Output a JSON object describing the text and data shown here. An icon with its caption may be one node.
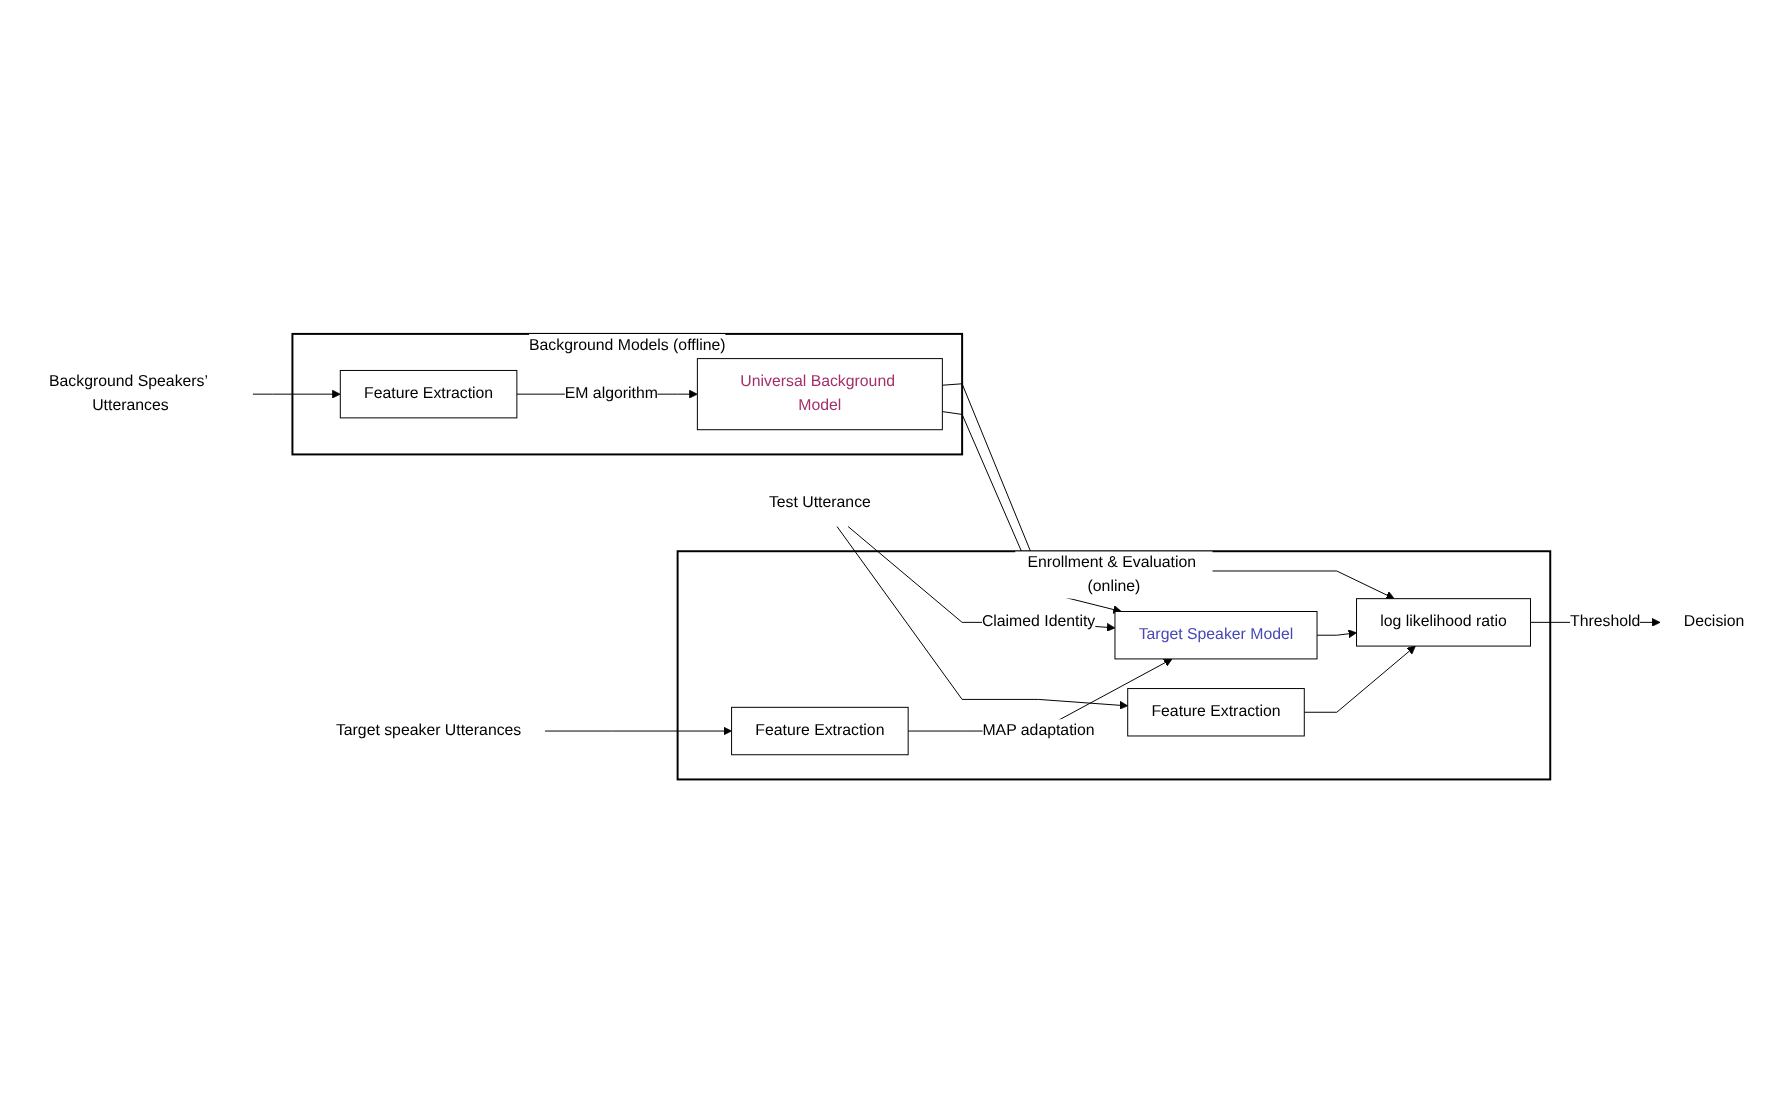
{
  "diagram": {
    "nodes": [
      {
        "text": [
          "Background Models (offline)"
        ]
      },
      {
        "text": [
          "Background Speakers’ Utterances"
        ]
      },
      {
        "text": [
          "Feature Extraction"
        ],
        "in": 0
      },
      {
        "text": [
          "Universal Background Model"
        ],
        "in": 0
      },
      {
        "text": [
          "Enrollment & Evaluation (online)"
        ]
      },
      {
        "text": [
          "Target speaker Utterances"
        ]
      },
      {
        "text": [
          "Feature Extraction"
        ],
        "in": 4
      },
      {
        "text": [
          "Target Speaker Model"
        ],
        "in": 4
      },
      {
        "text": [
          "Test Utterance"
        ]
      },
      {
        "text": [
          "Feature Extraction"
        ],
        "in": 4
      },
      {
        "text": [
          "log likelihood ratio"
        ],
        "in": 4
      },
      {
        "text": [
          "Decision"
        ]
      }
    ],
    "edges": [
      {
        "from": 1,
        "to": 2,
        "arrow": "to"
      },
      {
        "from": 2,
        "to": 3,
        "label": "EM algorithm",
        "arrow": "to"
      },
      {
        "from": 3,
        "to": 7,
        "arrow": "to"
      },
      {
        "from": 3,
        "to": 10,
        "arrow": "to"
      },
      {
        "from": 5,
        "to": 6,
        "arrow": "to"
      },
      {
        "from": 6,
        "to": 7,
        "label": "MAP adaptation",
        "arrow": "to"
      },
      {
        "from": 8,
        "to": 9,
        "arrow": "to"
      },
      {
        "from": 8,
        "to": 7,
        "label": "Claimed Identity",
        "arrow": "to"
      },
      {
        "from": 9,
        "to": 10,
        "arrow": "to"
      },
      {
        "from": 7,
        "to": 10,
        "arrow": "to"
      },
      {
        "from": 10,
        "to": 11,
        "label": "Threshold",
        "arrow": "to"
      }
    ]
  }
}
